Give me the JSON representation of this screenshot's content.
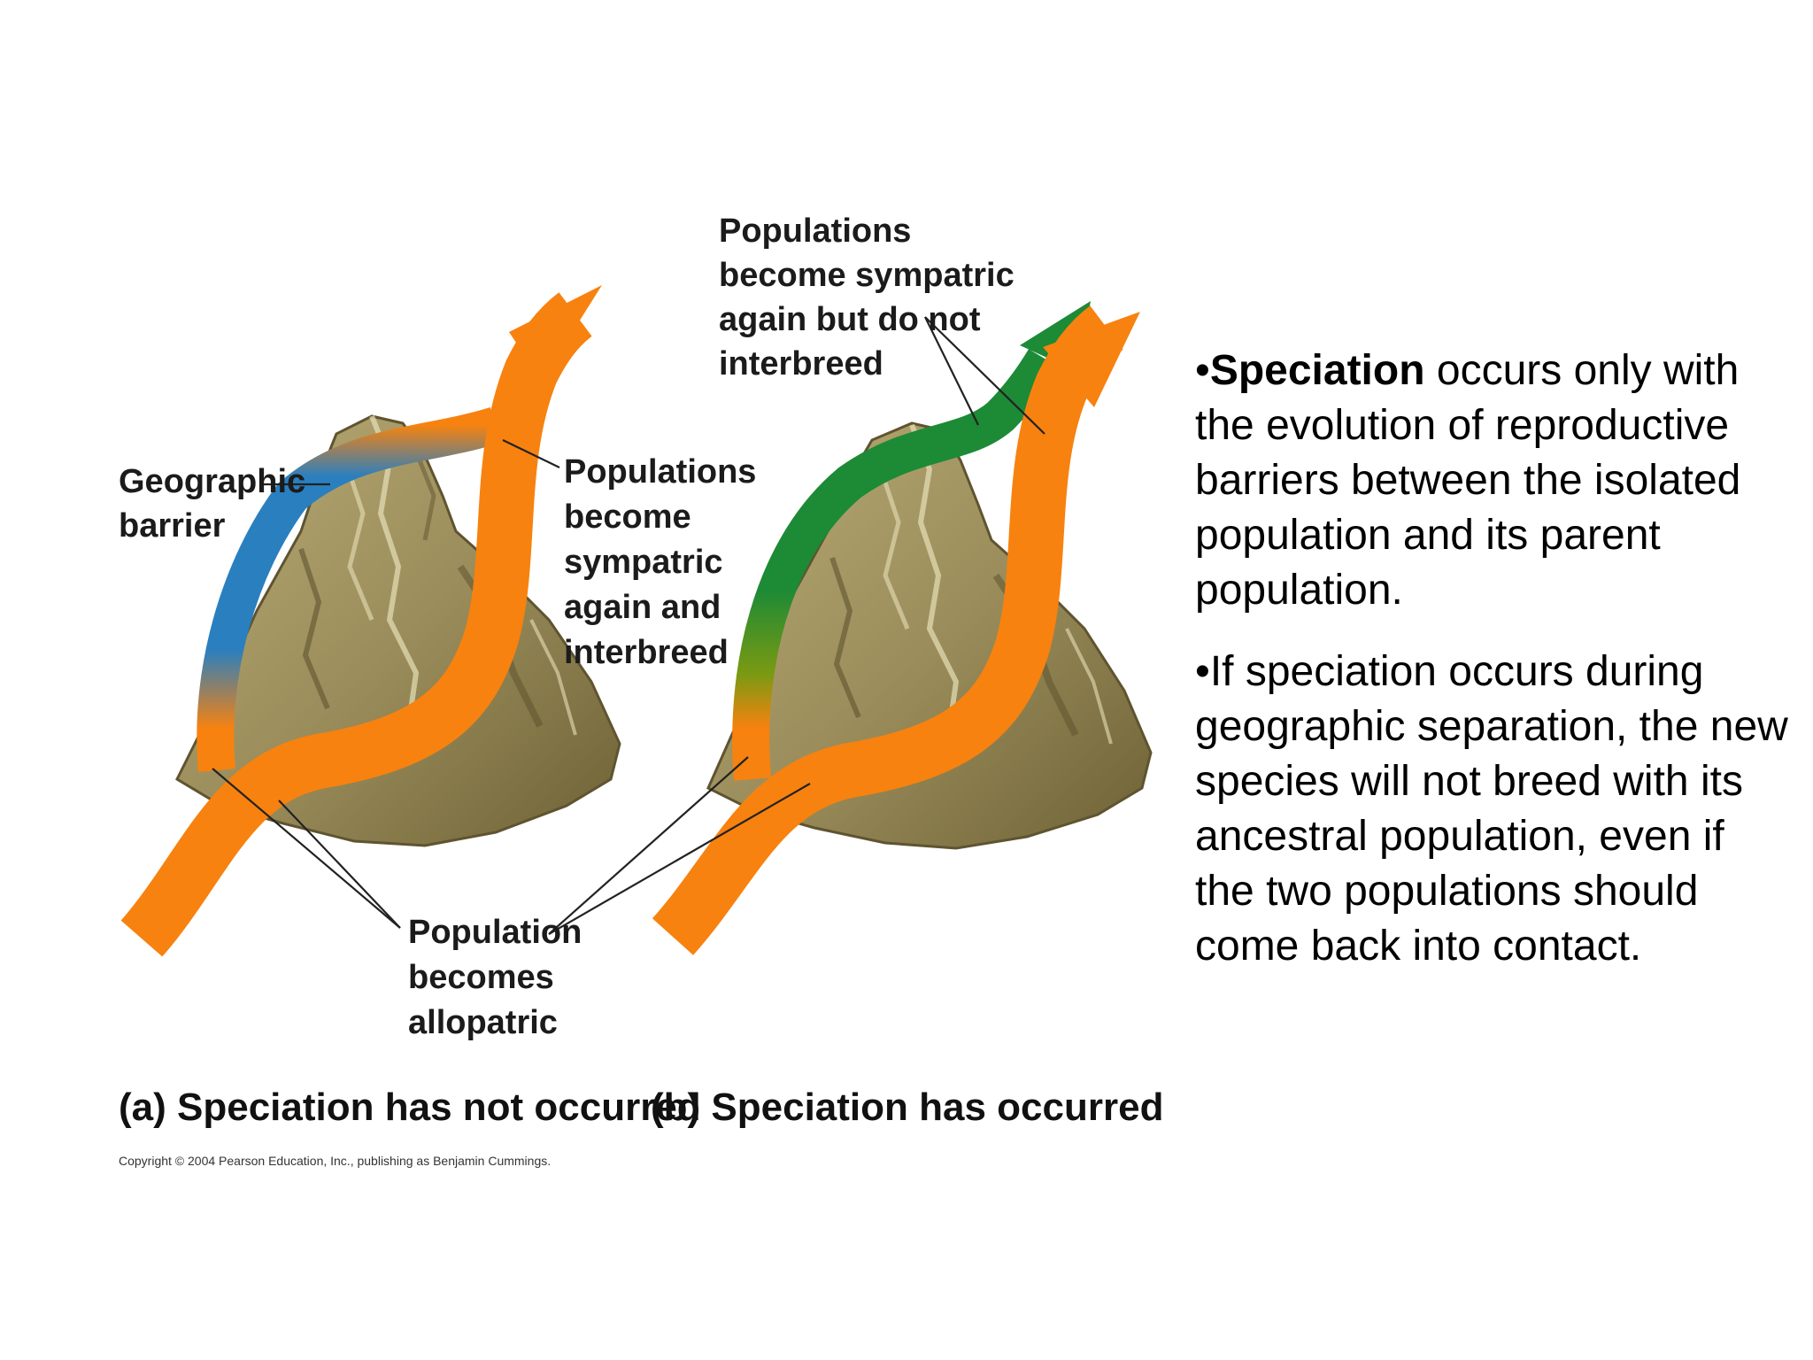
{
  "labels": {
    "geographic_barrier": [
      "Geographic",
      "barrier"
    ],
    "sympatric_interbreed": [
      "Populations",
      "become",
      "sympatric",
      "again and",
      "interbreed"
    ],
    "sympatric_no_interbreed": [
      "Populations",
      "become sympatric",
      "again but do not",
      "interbreed"
    ],
    "allopatric": [
      "Population",
      "becomes",
      "allopatric"
    ]
  },
  "captions": {
    "a": "(a) Speciation has not occurred",
    "b": "(b) Speciation has occurred"
  },
  "copyright": "Copyright © 2004 Pearson Education, Inc., publishing as Benjamin Cummings.",
  "bullets": [
    {
      "bold": "Speciation",
      "text": " occurs only with the evolution of reproductive barriers between the isolated population and its parent population."
    },
    {
      "bold": "",
      "text": "If speciation occurs during geographic separation, the new species will not breed with its ancestral population, even if the two populations should come back into contact."
    }
  ],
  "colors": {
    "orange": "#f7820f",
    "blue": "#2a7fbf",
    "green": "#1d8a36",
    "mountain": "#9c8e5c",
    "mountain_dark": "#6e6236",
    "mountain_light": "#d6cda0"
  }
}
